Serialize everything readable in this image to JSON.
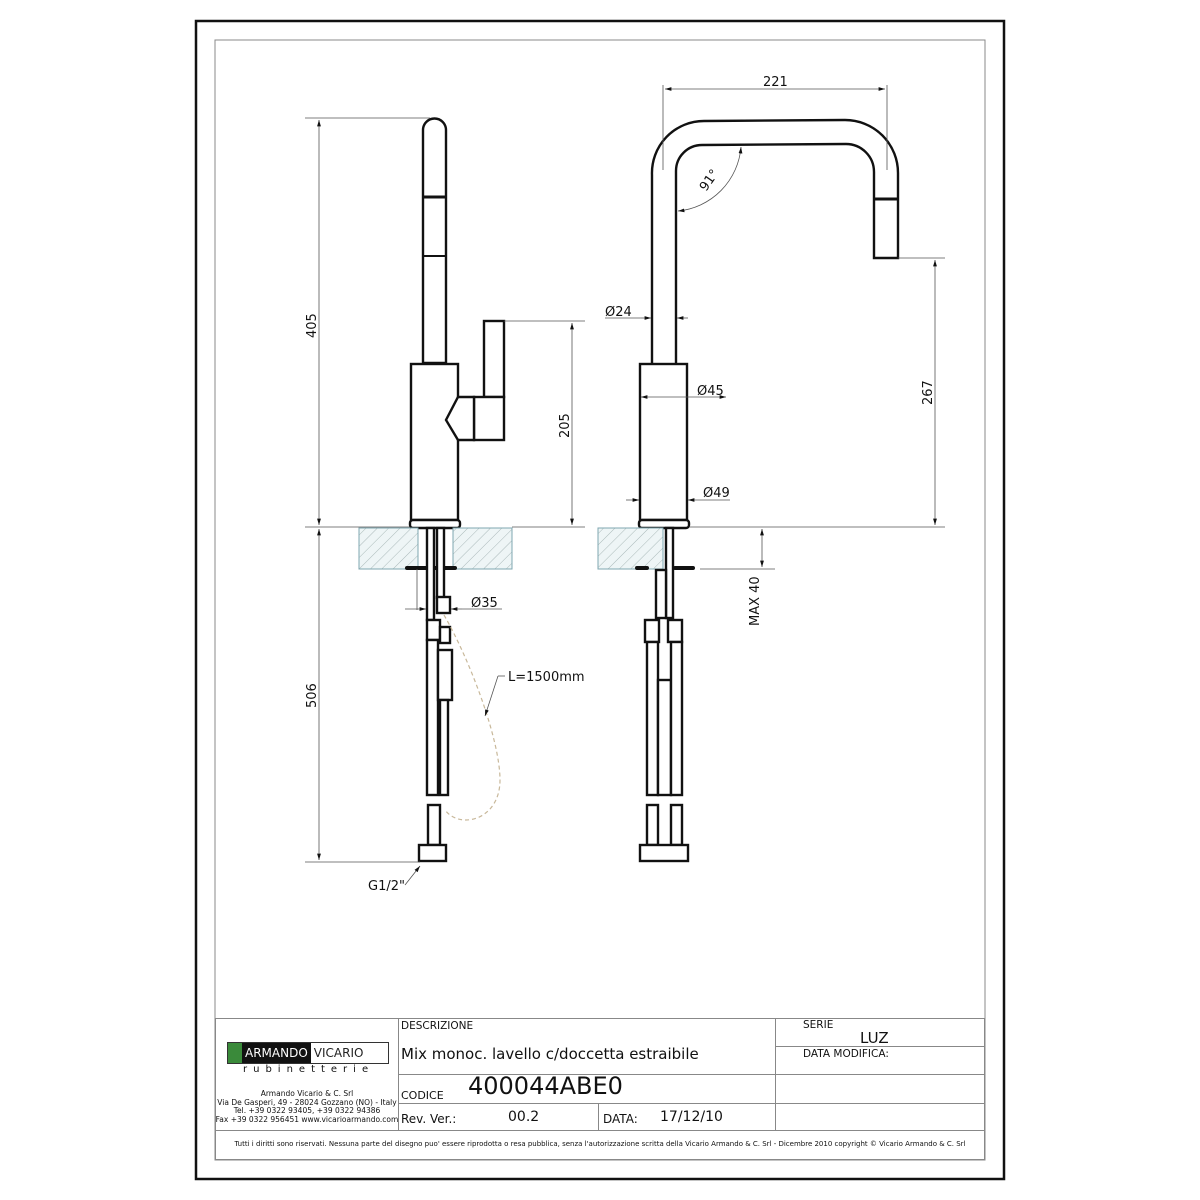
{
  "drawing": {
    "dimensions": {
      "total_height": "405",
      "handle_height": "205",
      "below_counter": "506",
      "spout_reach": "221",
      "spout_angle": "91°",
      "spout_diameter": "Ø24",
      "body_diameter": "Ø45",
      "base_diameter": "Ø49",
      "outlet_height": "267",
      "shank_diameter": "Ø35",
      "counter_thickness": "MAX 40",
      "hose_length": "L=1500mm",
      "connection": "G1/2\""
    }
  },
  "title_block": {
    "logo": {
      "left": "ARMANDO",
      "right": "VICARIO",
      "sub": "rubinetterie",
      "brand_green": "#3a8a3a"
    },
    "company": {
      "name": "Armando Vicario & C. Srl",
      "address": "Via De Gasperi, 49 - 28024 Gozzano (NO) - Italy",
      "tel": "Tel. +39 0322 93405, +39 0322 94386",
      "fax": "Fax +39 0322 956451 www.vicarioarmando.com"
    },
    "descrizione_label": "DESCRIZIONE",
    "descrizione": "Mix monoc. lavello c/doccetta estraibile",
    "serie_label": "SERIE",
    "serie": "LUZ",
    "data_modifica_label": "DATA MODIFICA:",
    "codice_label": "CODICE",
    "codice": "400044ABE0",
    "rev_label": "Rev. Ver.:",
    "rev": "00.2",
    "data_label": "DATA:",
    "data": "17/12/10",
    "copyright": "Tutti i diritti sono riservati. Nessuna parte del disegno puo' essere riprodotta o resa pubblica, senza l'autorizzazione scritta della Vicario Armando & C. Srl - Dicembre 2010 copyright © Vicario Armando & C. Srl"
  }
}
